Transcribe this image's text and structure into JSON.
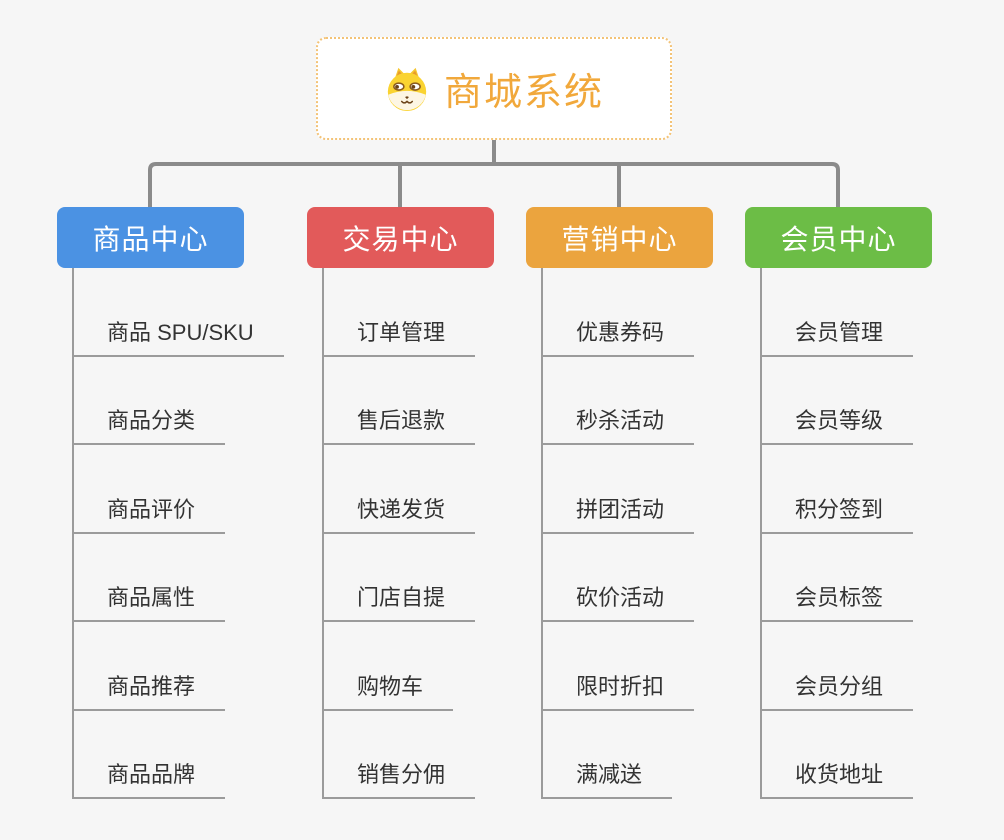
{
  "canvas": {
    "background": "#f6f6f6"
  },
  "root": {
    "title": "商城系统",
    "icon": "dog-face-icon",
    "text_color": "#f1a83b",
    "border_color": "#f3c377",
    "background": "#ffffff"
  },
  "connectors": {
    "tree_line_color": "#8b8b8b",
    "sub_line_color": "#9b9b9b",
    "item_text_color": "#333333"
  },
  "branches": [
    {
      "label": "商品中心",
      "color": "#4b92e3",
      "items": [
        "商品 SPU/SKU",
        "商品分类",
        "商品评价",
        "商品属性",
        "商品推荐",
        "商品品牌"
      ]
    },
    {
      "label": "交易中心",
      "color": "#e25a5a",
      "items": [
        "订单管理",
        "售后退款",
        "快递发货",
        "门店自提",
        "购物车",
        "销售分佣"
      ]
    },
    {
      "label": "营销中心",
      "color": "#eba43e",
      "items": [
        "优惠券码",
        "秒杀活动",
        "拼团活动",
        "砍价活动",
        "限时折扣",
        "满减送"
      ]
    },
    {
      "label": "会员中心",
      "color": "#6cbd46",
      "items": [
        "会员管理",
        "会员等级",
        "积分签到",
        "会员标签",
        "会员分组",
        "收货地址"
      ]
    }
  ]
}
